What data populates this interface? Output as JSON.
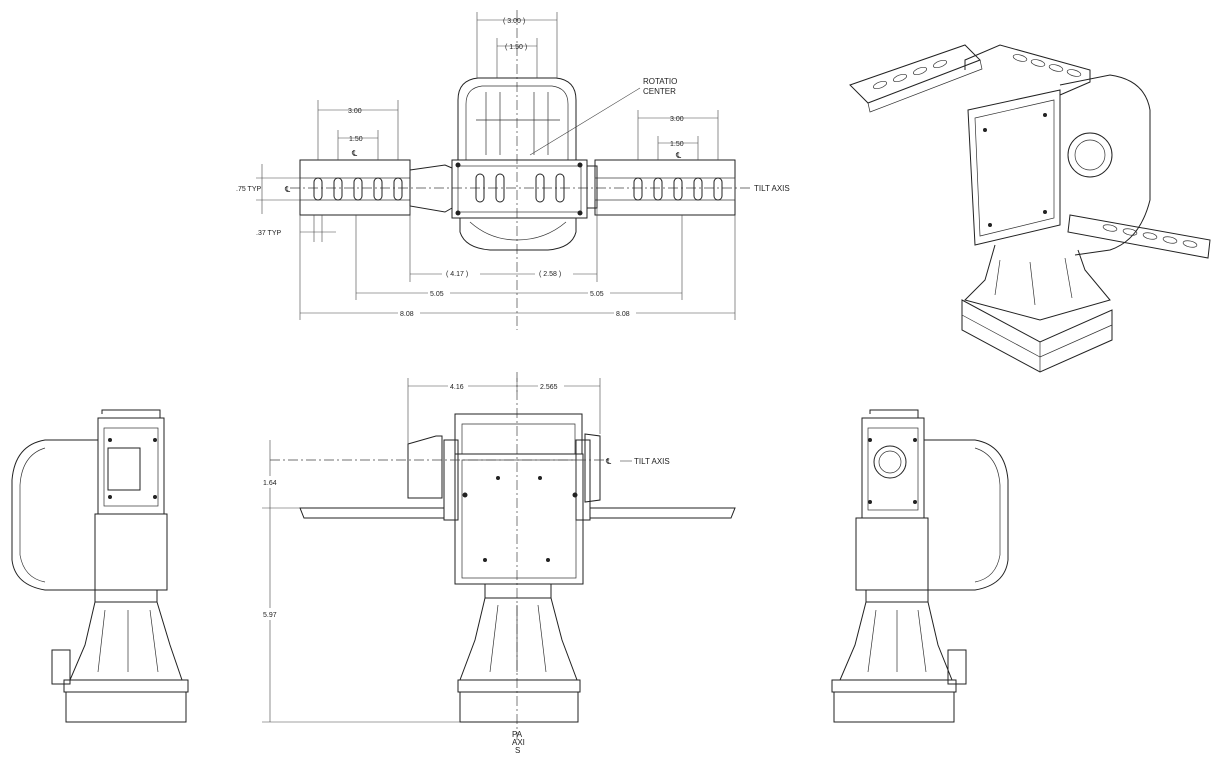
{
  "labels": {
    "rotation_center": "ROTATIO",
    "rotation_center_2": "CENTER",
    "tilt_axis_top": "TILT AXIS",
    "tilt_axis_front": "TILT AXIS",
    "pan_axis_1": "PA",
    "pan_axis_2": "AXI",
    "pan_axis_3": "S",
    "centerline_symbol": "℄"
  },
  "dimensions": {
    "top_3_00": "( 3.00 )",
    "top_1_50": "( 1.50 )",
    "left_3_00": "3.00",
    "left_1_50": "1.50",
    "right_3_00": "3.00",
    "right_1_50": "1.50",
    "typ_75": ".75 TYP",
    "typ_37": ".37 TYP",
    "d_4_17": "( 4.17 )",
    "d_2_58": "( 2.58 )",
    "d_5_05_left": "5.05",
    "d_5_05_right": "5.05",
    "d_8_08_left": "8.08",
    "d_8_08_right": "8.08",
    "front_4_16": "4.16",
    "front_2_565": "2.565",
    "front_1_64": "1.64",
    "front_5_97": "5.97"
  }
}
